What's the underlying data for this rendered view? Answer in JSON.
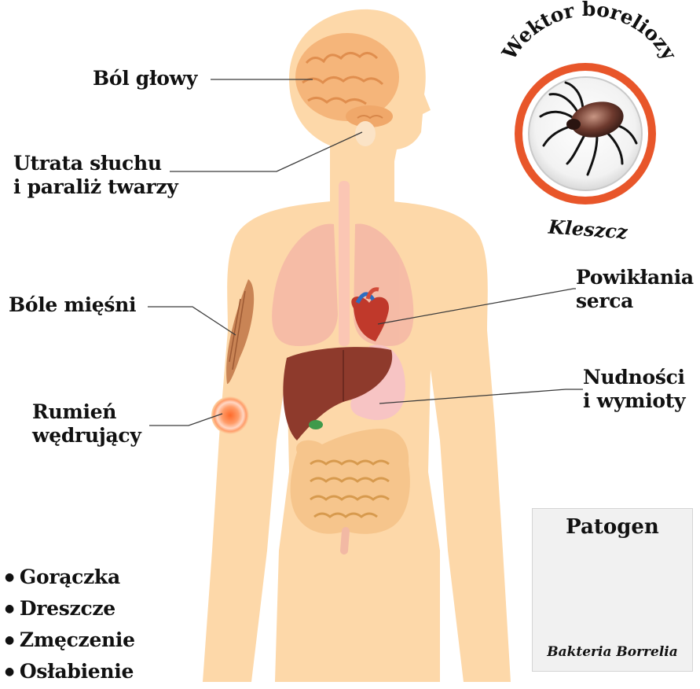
{
  "symptoms": {
    "headache": "Ból głowy",
    "hearing_line1": "Utrata słuchu",
    "hearing_line2": "i paraliż twarzy",
    "muscle": "Bóle mięśni",
    "rash_line1": "Rumień",
    "rash_line2": "wędrujący",
    "heart_line1": "Powikłania",
    "heart_line2": "serca",
    "nausea_line1": "Nudności",
    "nausea_line2": "i wymioty"
  },
  "general_symptoms": [
    "Gorączka",
    "Dreszcze",
    "Zmęczenie",
    "Osłabienie"
  ],
  "vector": {
    "title": "Wektor boreliozy",
    "name": "Kleszcz",
    "ring_color": "#e8562a"
  },
  "pathogen": {
    "title": "Patogen",
    "caption": "Bakteria Borrelia",
    "color": "#8ec7e6"
  },
  "colors": {
    "skin": "#fdd8a9",
    "skin_outline": "#f6c58c"
  }
}
